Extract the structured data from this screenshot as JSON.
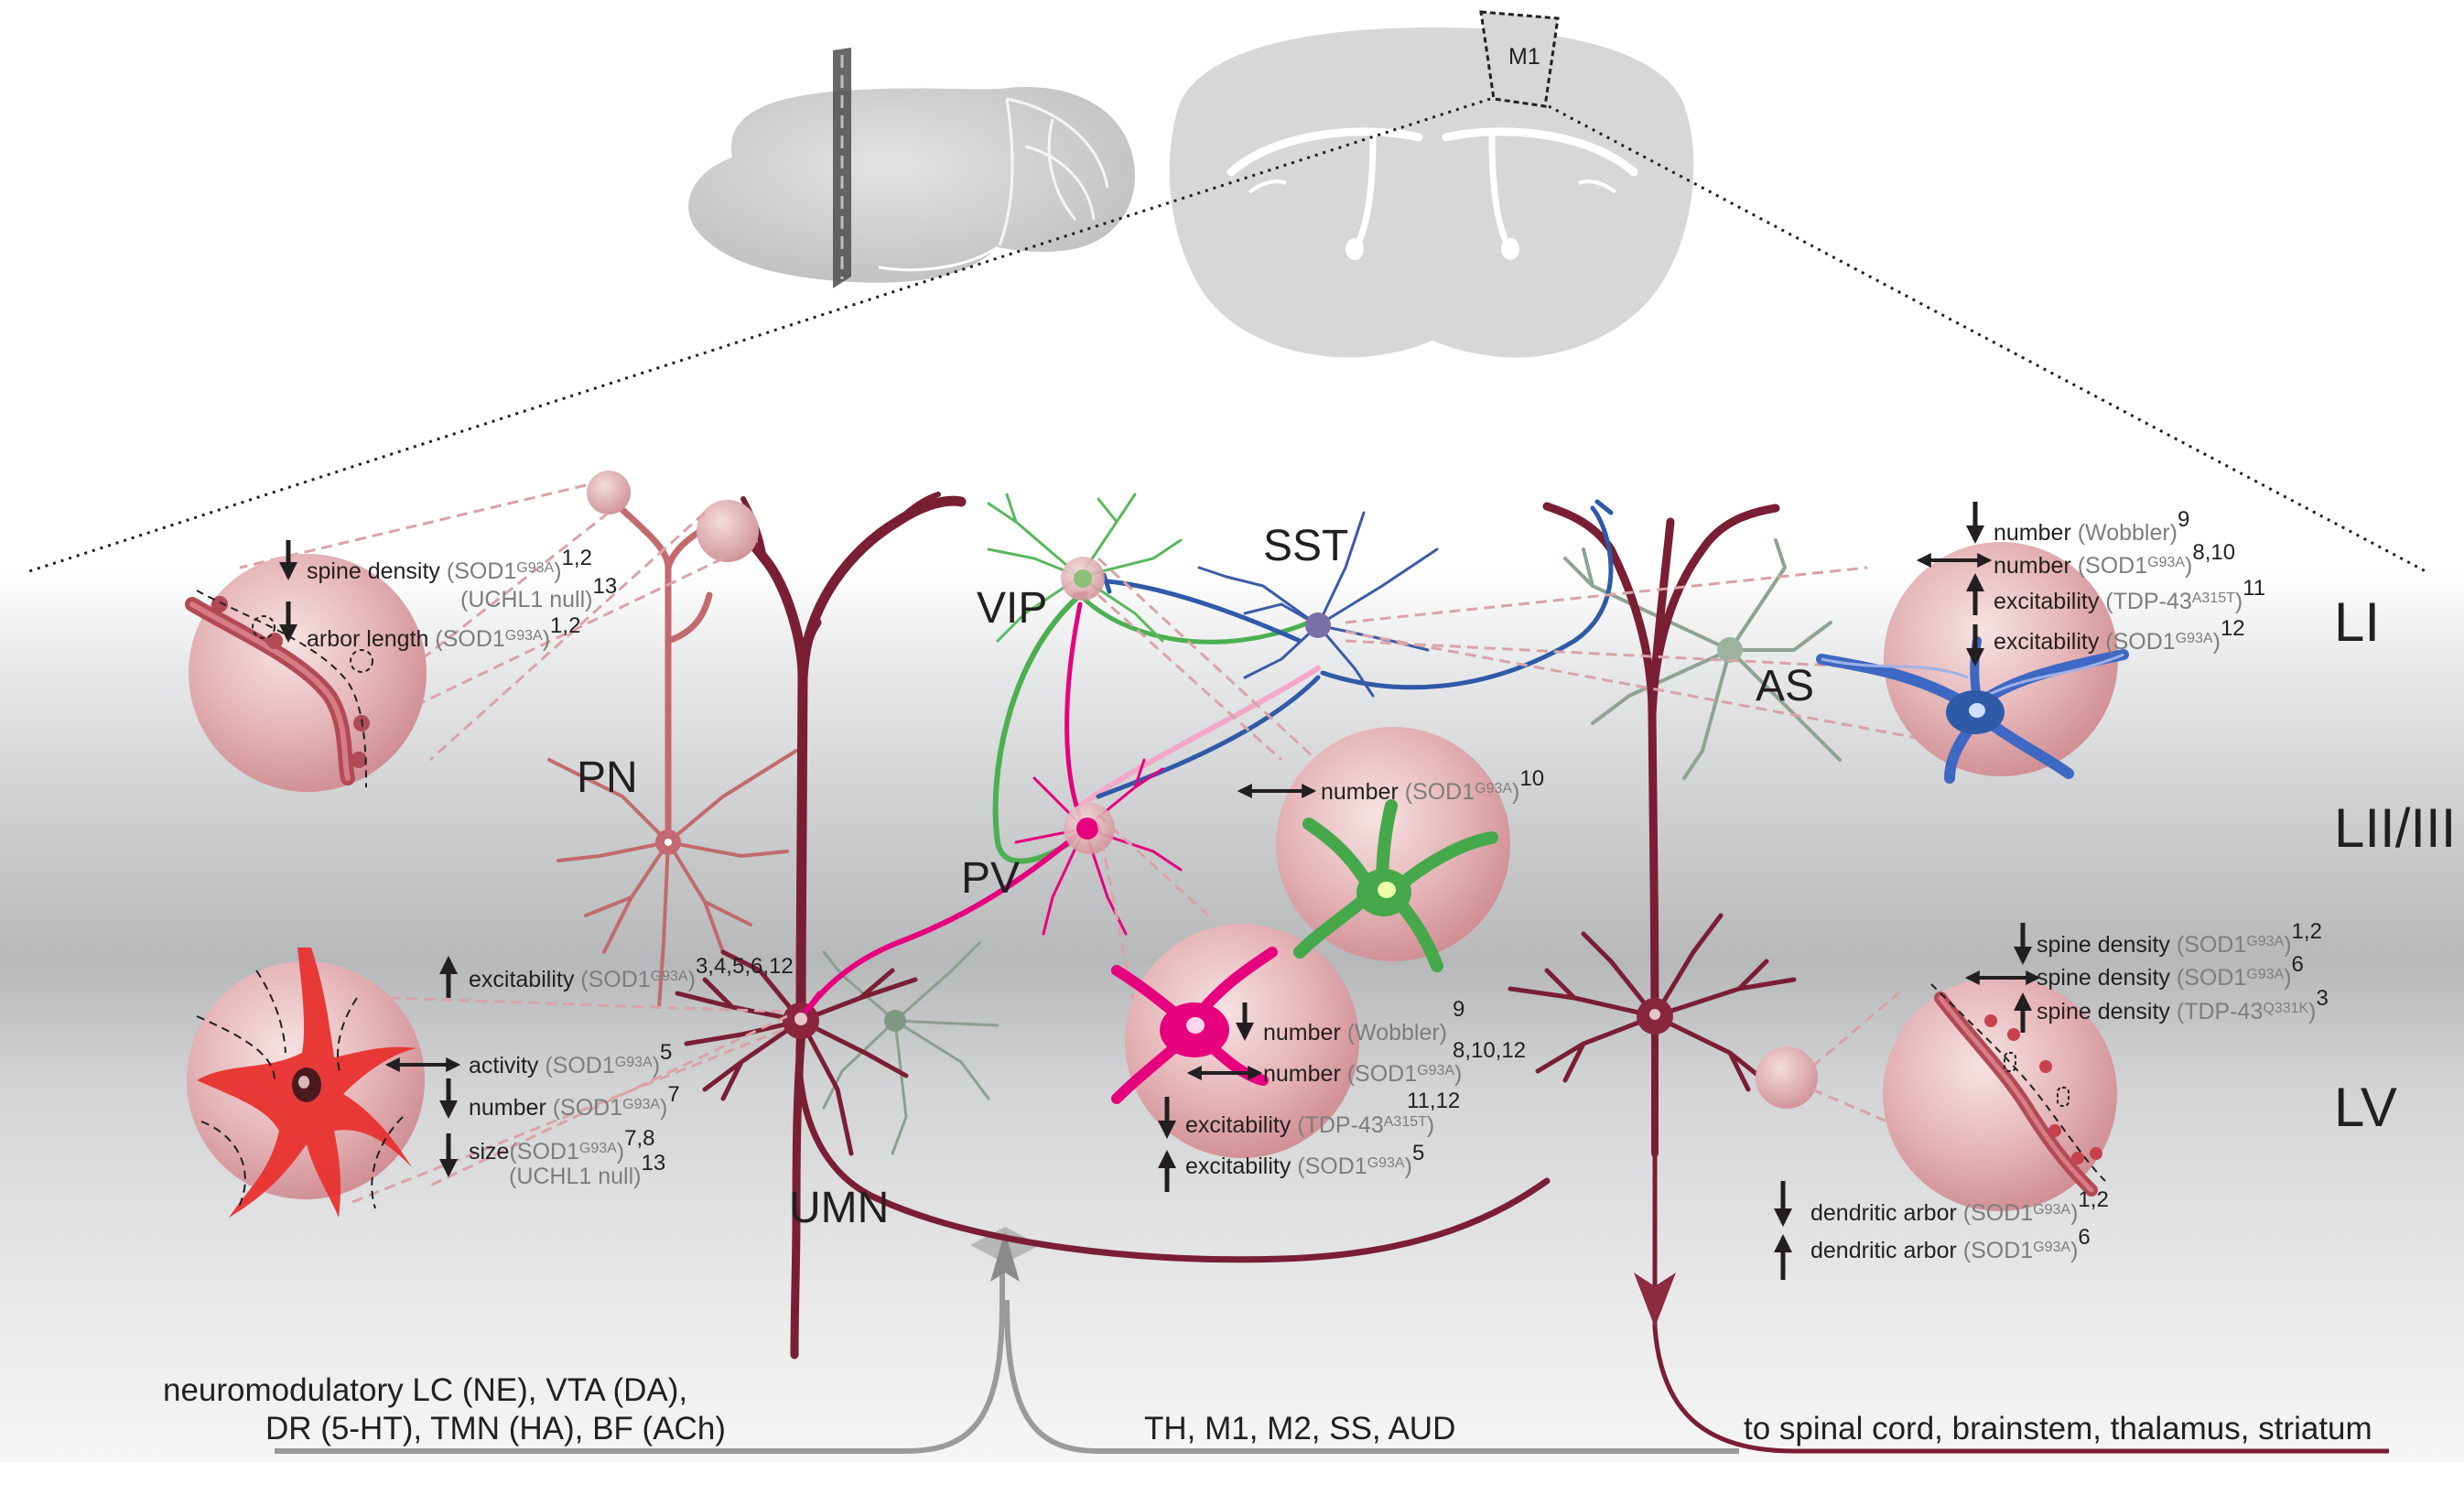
{
  "brain": {
    "region": "M1"
  },
  "layers": [
    "LI",
    "LII/III",
    "LV"
  ],
  "cells": {
    "pn": "PN",
    "umn": "UMN",
    "vip": "VIP",
    "sst": "SST",
    "pv": "PV",
    "as": "AS"
  },
  "inputs": {
    "neuromod_line1": "neuromodulatory LC (NE), VTA (DA),",
    "neuromod_line2": "DR (5-HT), TMN (HA), BF (ACh)",
    "cortical": "TH, M1, M2, SS, AUD",
    "output": "to spinal cord, brainstem, thalamus, striatum"
  },
  "pn_spine": {
    "spine_density": "spine density",
    "model1": "(SOD1",
    "mut1": "G93A",
    "close1": ")",
    "ref1": "1,2",
    "model2": "(UCHL1 null)",
    "ref2": "13",
    "arbor_length": "arbor length",
    "ref3": "1,2"
  },
  "umn_soma": {
    "excitability": "excitability",
    "ref_exc": "3,4,5,6,12",
    "activity": "activity",
    "ref_act": "5",
    "number": "number",
    "ref_num": "7",
    "size": "size",
    "ref_size": "7,8",
    "uchl1": "(UCHL1 null)",
    "ref_uchl1": "13"
  },
  "sst": {
    "number": "number",
    "model_wobbler": "(Wobbler)",
    "ref1": "9",
    "ref2": "8,10",
    "excitability": "excitability",
    "tdp_model": "(TDP-43",
    "tdp_mut": "A315T",
    "ref3": "11",
    "ref4": "12"
  },
  "vip": {
    "number": "number",
    "ref": "10"
  },
  "pv": {
    "number": "number",
    "model_wobbler": "(Wobbler)",
    "ref1": "9",
    "ref2": "8,10,12",
    "excitability": "excitability",
    "tdp_model": "(TDP-43",
    "tdp_mut": "A315T",
    "ref3": "11,12",
    "ref4": "5"
  },
  "umn_spine": {
    "spine_density": "spine density",
    "ref1": "1,2",
    "ref2": "6",
    "tdp_model": "(TDP-43",
    "tdp_mut": "Q331K",
    "ref3": "3"
  },
  "umn_dendrite": {
    "dendritic_arbor": "dendritic arbor",
    "ref1": "1,2",
    "ref2": "6"
  },
  "common": {
    "sod1": "(SOD1",
    "g93a": "G93A",
    "close": ")"
  },
  "colors": {
    "umn": "#7a1e35",
    "pn": "#c26a6f",
    "vip": "#4caf50",
    "sst": "#2f5aa8",
    "pv": "#e6007e",
    "astrocyte": "#8ea391",
    "bubble": "#e4b4b8",
    "inset_line": "#d9a3a6"
  }
}
